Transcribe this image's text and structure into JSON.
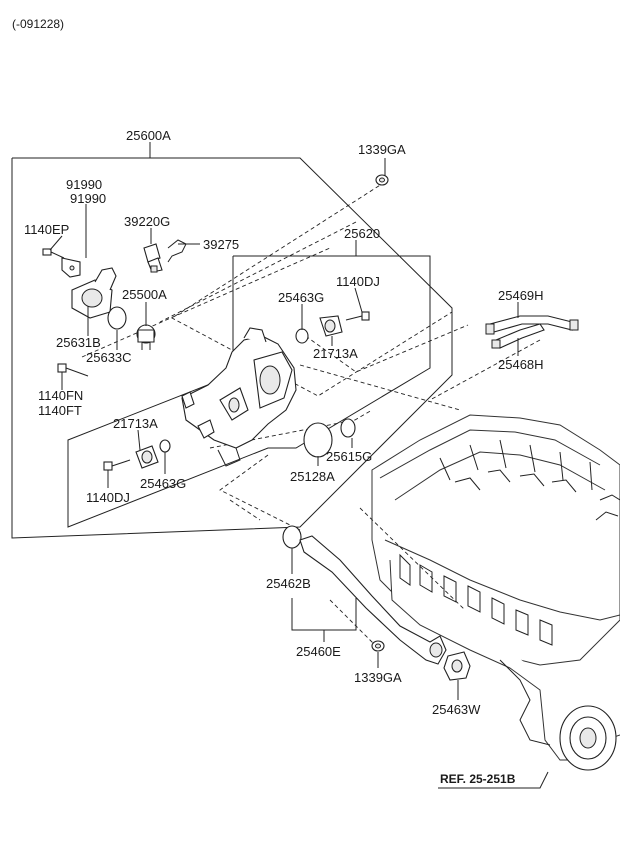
{
  "diagram": {
    "code_range": "(-091228)",
    "labels": {
      "l25600A": "25600A",
      "l1339GA_top": "1339GA",
      "l91990_a": "91990",
      "l91990_b": "91990",
      "l1140EP": "1140EP",
      "l39220G": "39220G",
      "l39275": "39275",
      "l25620": "25620",
      "l25500A": "25500A",
      "l1140DJ_top": "1140DJ",
      "l25463G_top": "25463G",
      "l25631B": "25631B",
      "l25633C": "25633C",
      "l21713A_right": "21713A",
      "l25469H": "25469H",
      "l25468H": "25468H",
      "l1140FN": "1140FN",
      "l1140FT": "1140FT",
      "l21713A_left": "21713A",
      "l25615G": "25615G",
      "l25128A": "25128A",
      "l25463G_bottom": "25463G",
      "l1140DJ_bottom": "1140DJ",
      "l25462B": "25462B",
      "l25460E": "25460E",
      "l1339GA_bottom": "1339GA",
      "l25463W": "25463W",
      "ref": "REF. 25-251B"
    }
  }
}
